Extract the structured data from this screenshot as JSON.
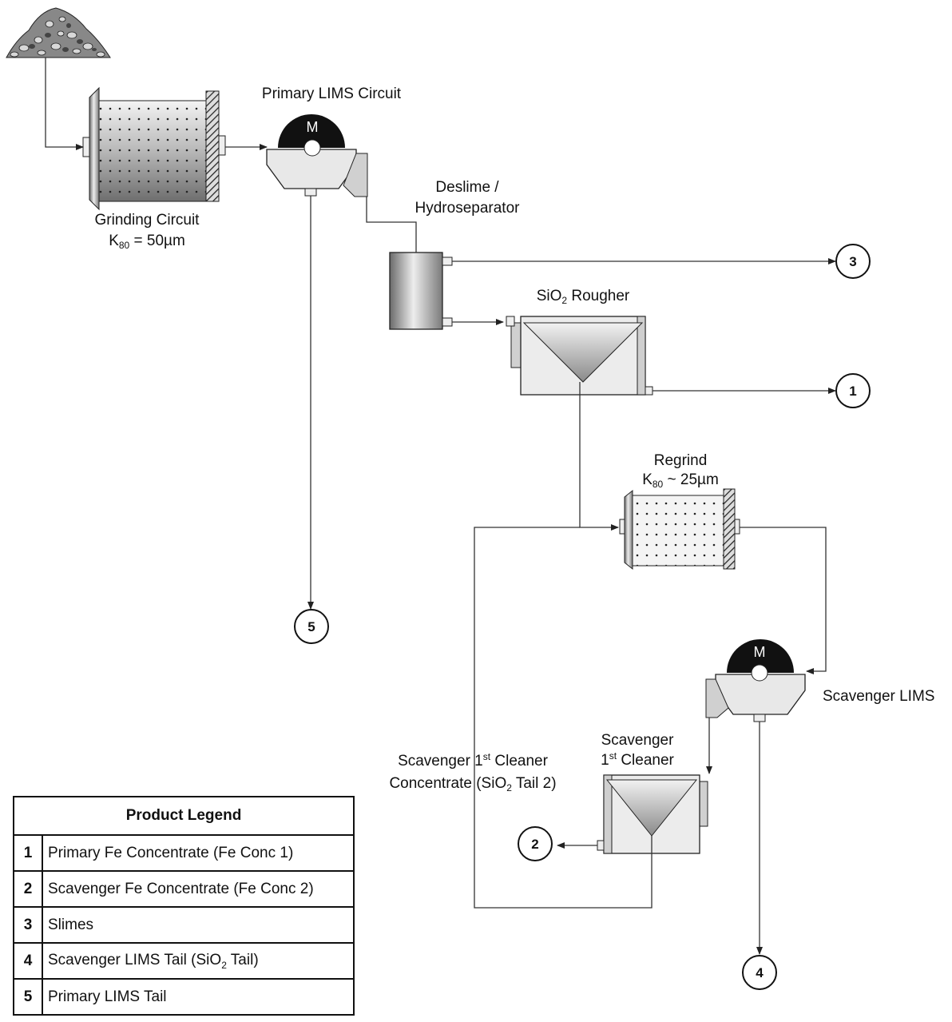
{
  "labels": {
    "primary_lims": "Primary LIMS Circuit",
    "grinding_line1": "Grinding Circuit",
    "grinding_k": "K",
    "grinding_k_sub": "80",
    "grinding_k_val": " = 50µm",
    "deslime_line1": "Deslime /",
    "deslime_line2": "Hydroseparator",
    "rougher_pre": "SiO",
    "rougher_sub": "2",
    "rougher_post": " Rougher",
    "regrind_line1": "Regrind",
    "regrind_k": "K",
    "regrind_k_sub": "80",
    "regrind_k_val": " ~ 25µm",
    "scav_lims": "Scavenger LIMS",
    "scav_cl_line1": "Scavenger",
    "scav_cl_1": "1",
    "scav_cl_sup": "st",
    "scav_cl_rest": " Cleaner",
    "scc_a": "Scavenger 1",
    "scc_sup": "st",
    "scc_b": " Cleaner",
    "scc_c": "Concentrate (SiO",
    "scc_sub": "2",
    "scc_d": " Tail 2)",
    "motor": "M"
  },
  "nodes": [
    "1",
    "2",
    "3",
    "4",
    "5"
  ],
  "legend": {
    "title": "Product Legend",
    "rows": [
      {
        "num": "1",
        "text": "Primary Fe Concentrate (Fe Conc 1)"
      },
      {
        "num": "2",
        "text": "Scavenger Fe Concentrate (Fe Conc 2)"
      },
      {
        "num": "3",
        "text": "Slimes"
      },
      {
        "num": "4",
        "pre": "Scavenger LIMS Tail (SiO",
        "sub": "2",
        "post": " Tail)"
      },
      {
        "num": "5",
        "text": "Primary LIMS Tail"
      }
    ]
  }
}
